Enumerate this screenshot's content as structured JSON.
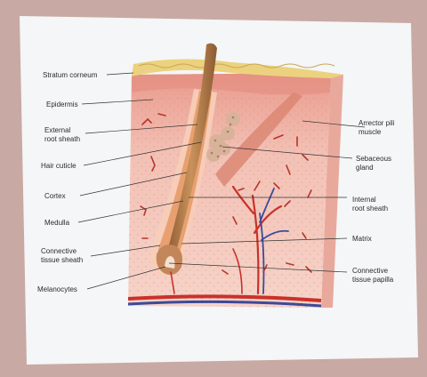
{
  "labels": {
    "left": {
      "stratum_corneum": "Stratum corneum",
      "epidermis": "Epidermis",
      "external_root_sheath_1": "External",
      "external_root_sheath_2": "root sheath",
      "hair_cuticle": "Hair cuticle",
      "cortex": "Cortex",
      "medulla": "Medulla",
      "connective_tissue_sheath_1": "Connective",
      "connective_tissue_sheath_2": "tissue sheath",
      "melanocytes": "Melanocytes"
    },
    "right": {
      "arrector_pili_1": "Arrector pili",
      "arrector_pili_2": "muscle",
      "sebaceous_gland_1": "Sebaceous",
      "sebaceous_gland_2": "gland",
      "internal_root_sheath_1": "Internal",
      "internal_root_sheath_2": "root sheath",
      "matrix": "Matrix",
      "connective_tissue_papilla_1": "Connective",
      "connective_tissue_papilla_2": "tissue papilla"
    }
  },
  "colors": {
    "background": "#c9a9a3",
    "slide": "#f4f6f7",
    "epidermis_top": "#ecd27e",
    "dermis": "#f0b9ae",
    "hair_shaft": "#b98250",
    "artery": "#c8322a",
    "vein": "#3c4a9a",
    "label_text": "#2b2b2b"
  }
}
